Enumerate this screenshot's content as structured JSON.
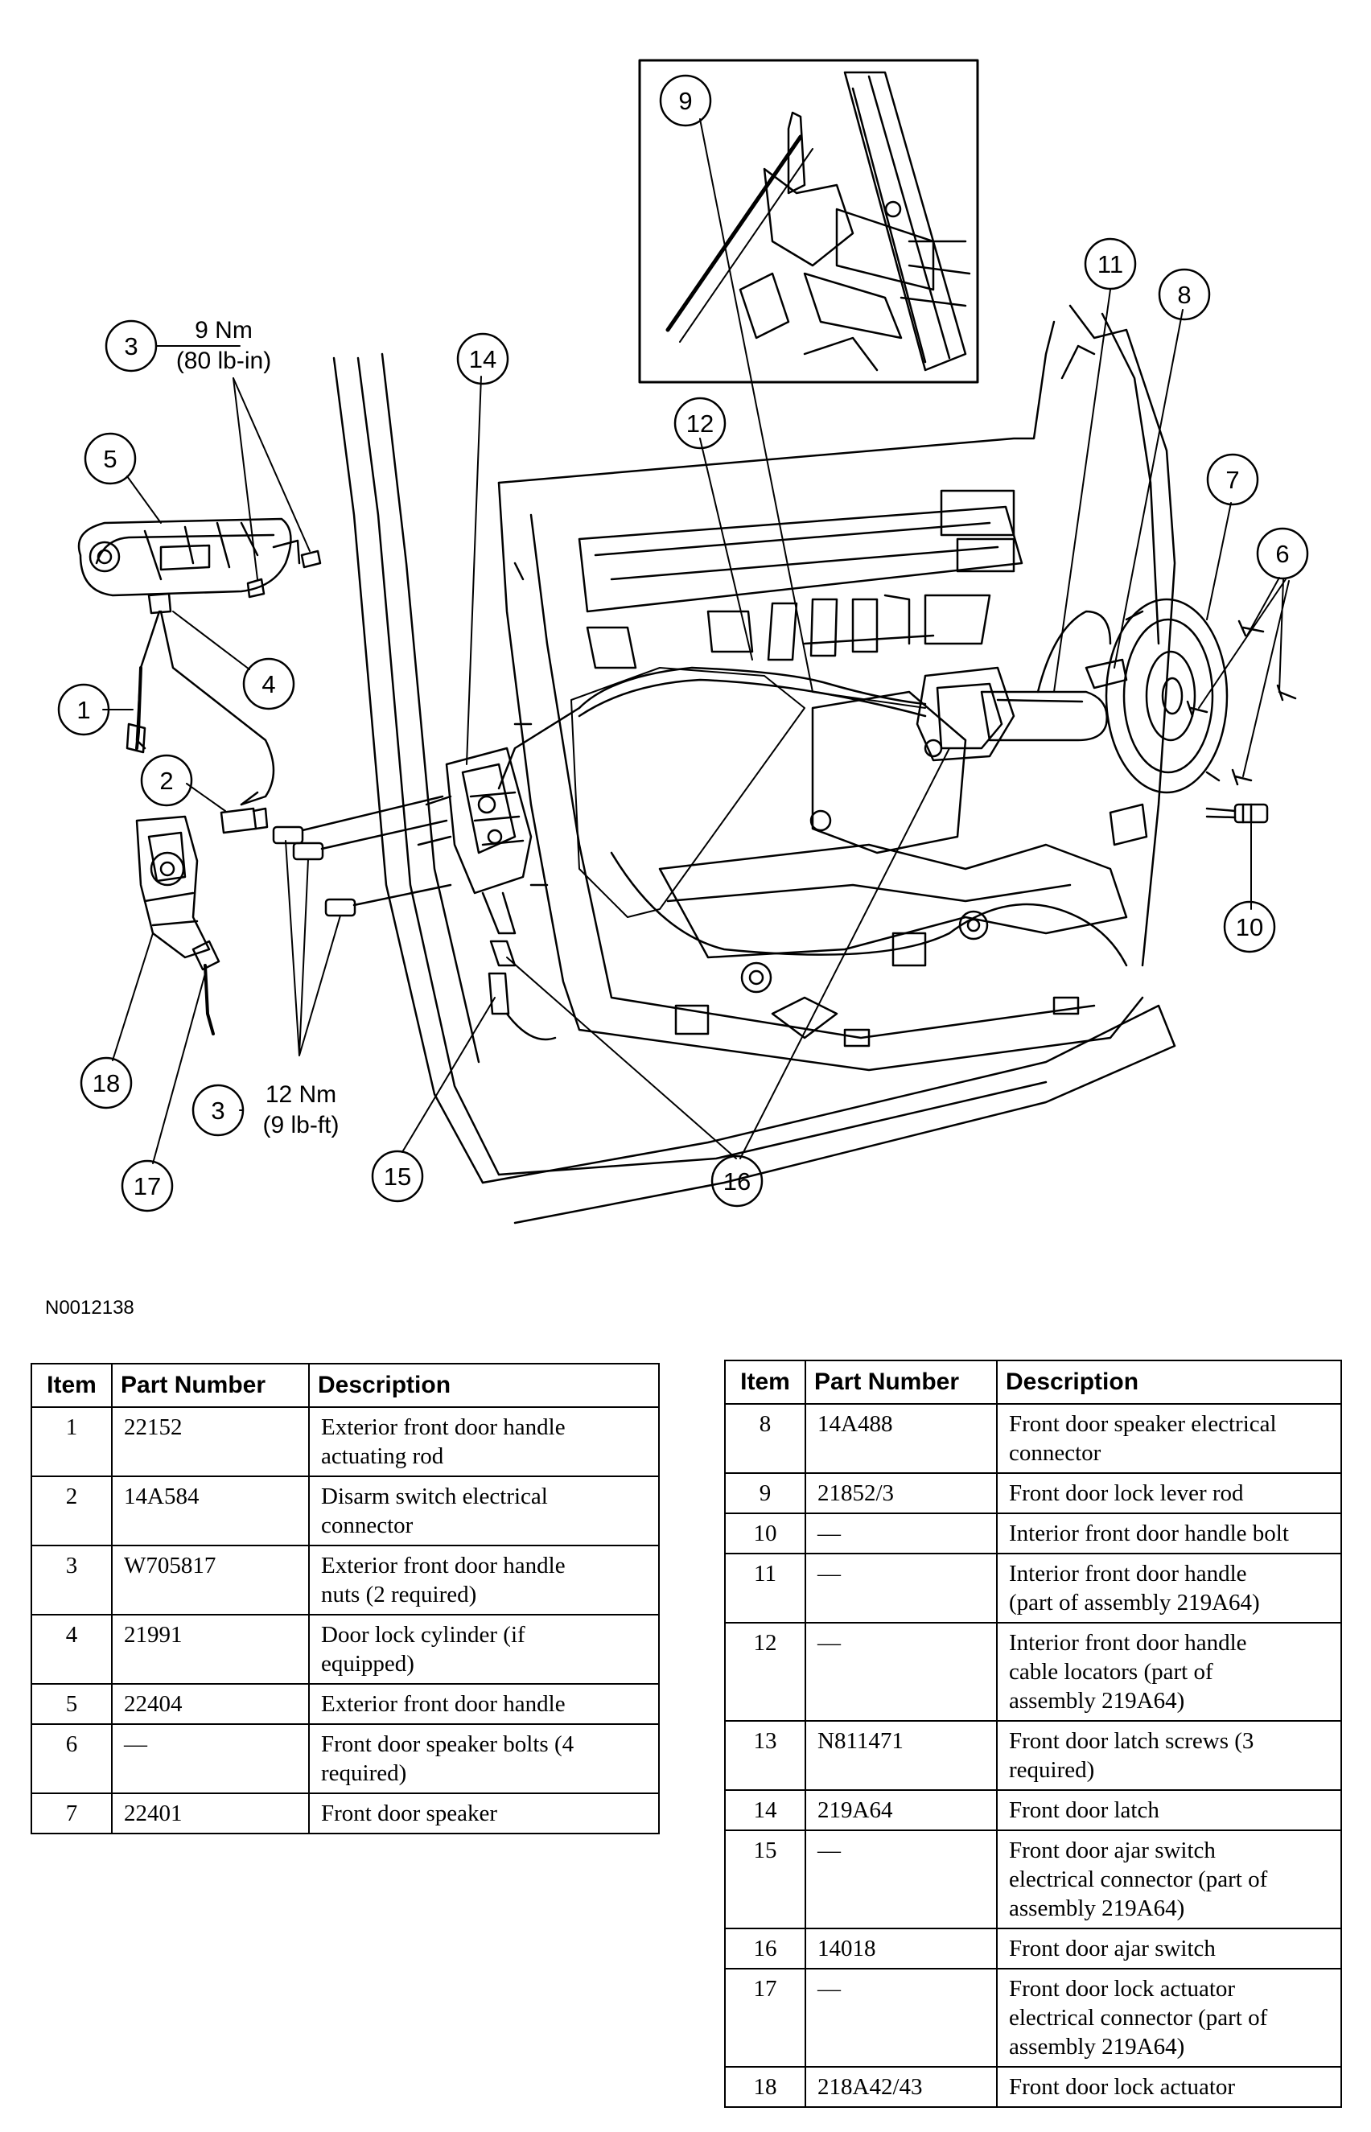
{
  "figure_id": "N0012138",
  "callouts": [
    "1",
    "2",
    "3",
    "3",
    "4",
    "5",
    "6",
    "7",
    "8",
    "9",
    "10",
    "11",
    "12",
    "14",
    "15",
    "16",
    "17",
    "18"
  ],
  "torque_labels": {
    "upper": {
      "value": "9 Nm",
      "imperial": "(80 lb-in)"
    },
    "lower": {
      "value": "12 Nm",
      "imperial": "(9 lb-ft)"
    }
  },
  "table_headers": {
    "item": "Item",
    "part_number": "Part Number",
    "description": "Description"
  },
  "parts_left": [
    {
      "item": "1",
      "part_number": "22152",
      "description": [
        "Exterior front door handle",
        "actuating rod"
      ]
    },
    {
      "item": "2",
      "part_number": "14A584",
      "description": [
        "Disarm switch electrical",
        "connector"
      ]
    },
    {
      "item": "3",
      "part_number": "W705817",
      "description": [
        "Exterior front door handle",
        "nuts (2 required)"
      ]
    },
    {
      "item": "4",
      "part_number": "21991",
      "description": [
        "Door lock cylinder (if",
        "equipped)"
      ]
    },
    {
      "item": "5",
      "part_number": "22404",
      "description": [
        "Exterior front door handle"
      ]
    },
    {
      "item": "6",
      "part_number": "—",
      "description": [
        "Front door speaker bolts (4",
        "required)"
      ]
    },
    {
      "item": "7",
      "part_number": "22401",
      "description": [
        "Front door speaker"
      ]
    }
  ],
  "parts_right": [
    {
      "item": "8",
      "part_number": "14A488",
      "description": [
        "Front door speaker electrical",
        "connector"
      ]
    },
    {
      "item": "9",
      "part_number": "21852/3",
      "description": [
        "Front door lock lever rod"
      ]
    },
    {
      "item": "10",
      "part_number": "—",
      "description": [
        "Interior front door handle bolt"
      ]
    },
    {
      "item": "11",
      "part_number": "—",
      "description": [
        "Interior front door handle",
        "(part of assembly 219A64)"
      ]
    },
    {
      "item": "12",
      "part_number": "—",
      "description": [
        "Interior front door handle",
        "cable locators (part of",
        "assembly 219A64)"
      ]
    },
    {
      "item": "13",
      "part_number": "N811471",
      "description": [
        "Front door latch screws (3",
        "required)"
      ]
    },
    {
      "item": "14",
      "part_number": "219A64",
      "description": [
        "Front door latch"
      ]
    },
    {
      "item": "15",
      "part_number": "—",
      "description": [
        "Front door ajar switch",
        "electrical connector (part of",
        "assembly 219A64)"
      ]
    },
    {
      "item": "16",
      "part_number": "14018",
      "description": [
        "Front door ajar switch"
      ]
    },
    {
      "item": "17",
      "part_number": "—",
      "description": [
        "Front door lock actuator",
        "electrical connector (part of",
        "assembly 219A64)"
      ]
    },
    {
      "item": "18",
      "part_number": "218A42/43",
      "description": [
        "Front door lock actuator"
      ]
    }
  ]
}
